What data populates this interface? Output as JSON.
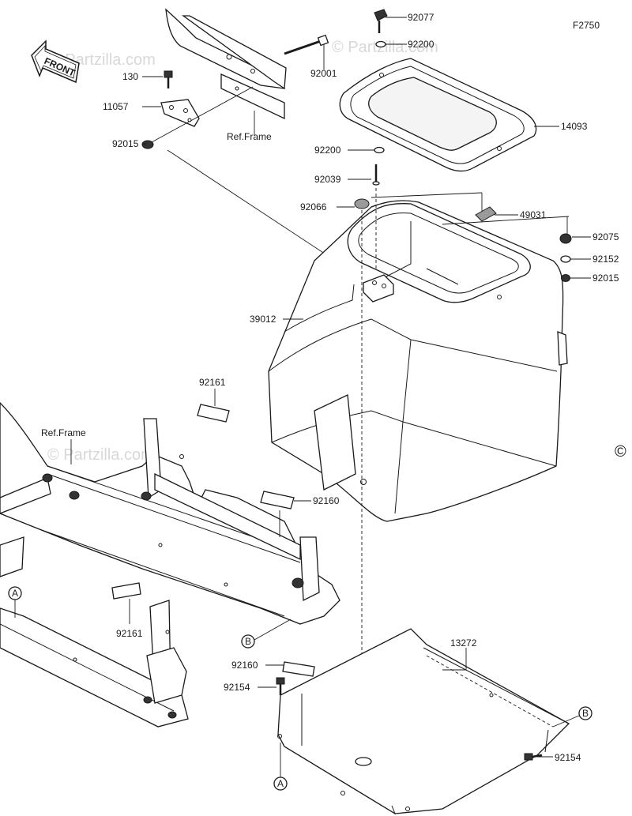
{
  "diagram": {
    "figure_id": "F2750",
    "front_label": "FRONT",
    "watermark": "© Partzilla.com",
    "copyright_symbol": "©",
    "parts": [
      {
        "id": "p1",
        "number": "92077"
      },
      {
        "id": "p2",
        "number": "92200"
      },
      {
        "id": "p3",
        "number": "92001"
      },
      {
        "id": "p4",
        "number": "130"
      },
      {
        "id": "p5",
        "number": "11057"
      },
      {
        "id": "p6",
        "number": "92015"
      },
      {
        "id": "p7",
        "number": "14093"
      },
      {
        "id": "p8",
        "number": "92200"
      },
      {
        "id": "p9",
        "number": "92039"
      },
      {
        "id": "p10",
        "number": "92066"
      },
      {
        "id": "p11",
        "number": "49031"
      },
      {
        "id": "p12",
        "number": "92075"
      },
      {
        "id": "p13",
        "number": "92152"
      },
      {
        "id": "p14",
        "number": "92015"
      },
      {
        "id": "p15",
        "number": "39012"
      },
      {
        "id": "p16",
        "number": "92161"
      },
      {
        "id": "p17",
        "number": "92160"
      },
      {
        "id": "p18",
        "number": "92161"
      },
      {
        "id": "p19",
        "number": "13272"
      },
      {
        "id": "p20",
        "number": "92160"
      },
      {
        "id": "p21",
        "number": "92154"
      },
      {
        "id": "p22",
        "number": "92154"
      }
    ],
    "frame_refs": [
      {
        "id": "r1",
        "text": "Ref.Frame"
      },
      {
        "id": "r2",
        "text": "Ref.Frame"
      }
    ],
    "markers": [
      {
        "id": "m1",
        "letter": "A"
      },
      {
        "id": "m2",
        "letter": "B"
      },
      {
        "id": "m3",
        "letter": "A"
      },
      {
        "id": "m4",
        "letter": "B"
      }
    ]
  }
}
